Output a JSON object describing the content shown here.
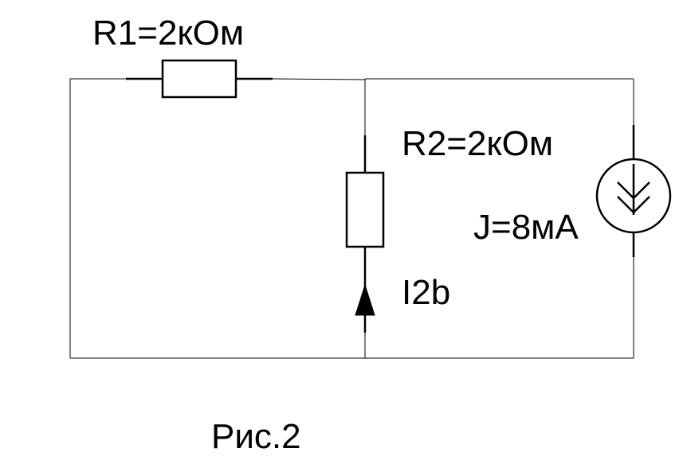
{
  "labels": {
    "r1": "R1=2кОм",
    "r2": "R2=2кОм",
    "j": "J=8мА",
    "current": "I2b",
    "caption": "Рис.2"
  },
  "components": {
    "r1": {
      "type": "resistor",
      "resistance_kohm": 2
    },
    "r2": {
      "type": "resistor",
      "resistance_kohm": 2
    },
    "j": {
      "type": "current-source",
      "current_ma": 8,
      "direction": "down"
    },
    "i2b": {
      "type": "current-arrow",
      "direction": "up"
    }
  },
  "colors": {
    "line": "#000000",
    "background": "#ffffff"
  }
}
